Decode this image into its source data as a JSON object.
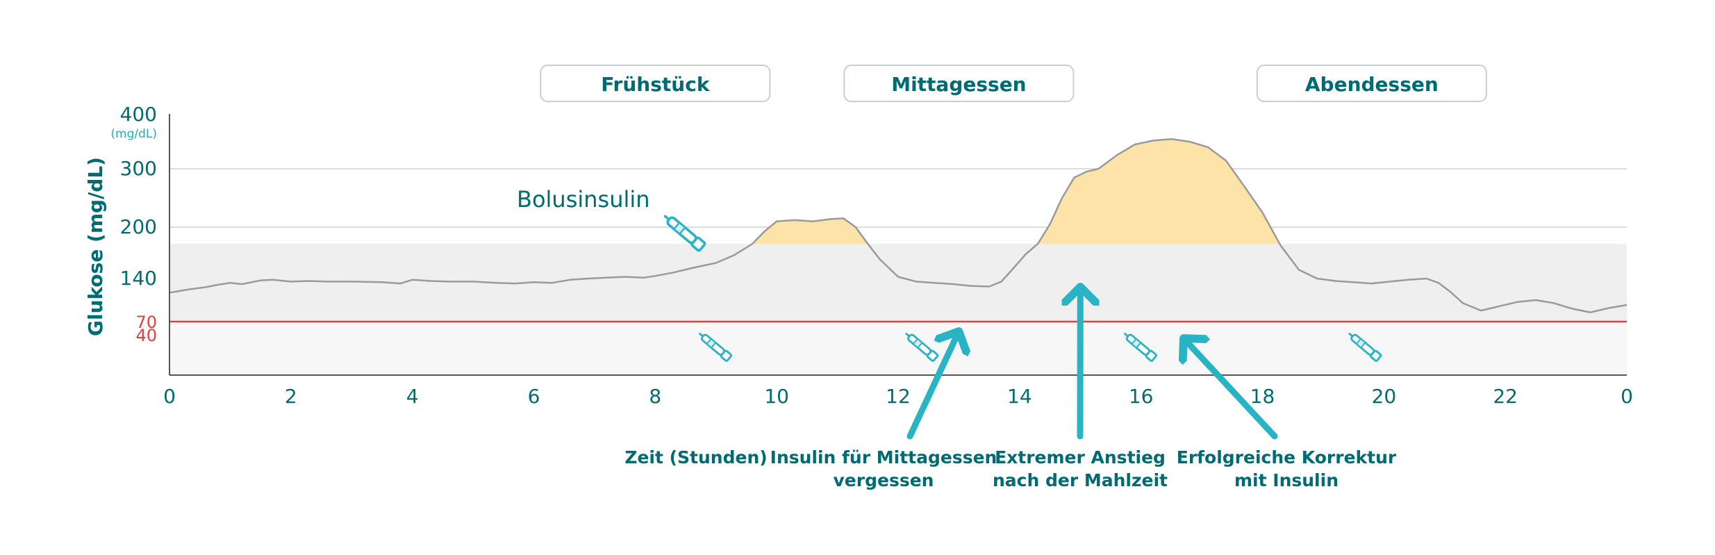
{
  "chart_data": {
    "type": "line",
    "title": "",
    "xlabel": "Zeit (Stunden)",
    "ylabel": "Glukose (mg/dL)",
    "x_ticks": [
      "0",
      "2",
      "4",
      "6",
      "8",
      "10",
      "12",
      "14",
      "16",
      "18",
      "20",
      "22",
      "0"
    ],
    "xlim": [
      0,
      24
    ],
    "y_ticks": [
      {
        "value": 400,
        "label": "400",
        "sublabel": "(mg/dL)",
        "style": "normal",
        "gridline": false
      },
      {
        "value": 300,
        "label": "300",
        "style": "normal",
        "gridline": true
      },
      {
        "value": 200,
        "label": "200",
        "style": "normal",
        "gridline": true
      },
      {
        "value": 140,
        "label": "140",
        "style": "normal",
        "gridline": false
      },
      {
        "value": 70,
        "label": "70",
        "style": "alert",
        "gridline": false
      },
      {
        "value": 40,
        "label": "40",
        "style": "alert",
        "gridline": false
      }
    ],
    "target_range": [
      70,
      180
    ],
    "low_range": [
      0,
      70
    ],
    "hypo_line": 70,
    "high_threshold": 180,
    "series": [
      {
        "x": [
          0,
          0.3,
          0.6,
          0.8,
          1.0,
          1.2,
          1.5,
          1.7,
          2.0,
          2.3,
          2.6,
          3.0,
          3.5,
          3.8,
          4.0,
          4.3,
          4.6,
          5.0,
          5.4,
          5.7,
          6.0,
          6.3,
          6.6,
          6.9,
          7.2,
          7.5,
          7.8,
          8.0,
          8.3,
          8.6,
          9.0,
          9.3,
          9.6,
          9.8,
          10.0,
          10.3,
          10.6,
          10.9,
          11.1,
          11.3,
          11.5,
          11.7,
          12.0,
          12.3,
          12.6,
          12.9,
          13.2,
          13.5,
          13.7,
          13.9,
          14.1,
          14.3,
          14.5,
          14.7,
          14.9,
          15.1,
          15.3,
          15.6,
          15.9,
          16.2,
          16.5,
          16.8,
          17.1,
          17.4,
          17.7,
          18.0,
          18.3,
          18.6,
          18.9,
          19.2,
          19.5,
          19.8,
          20.1,
          20.4,
          20.7,
          20.9,
          21.1,
          21.3,
          21.6,
          21.9,
          22.2,
          22.5,
          22.8,
          23.1,
          23.4,
          23.7,
          24.0
        ],
        "values": [
          117,
          122,
          126,
          130,
          133,
          131,
          137,
          138,
          135,
          136,
          135,
          135,
          134,
          132,
          138,
          136,
          135,
          135,
          133,
          132,
          134,
          133,
          138,
          140,
          141,
          142,
          141,
          143,
          147,
          152,
          158,
          167,
          180,
          195,
          210,
          212,
          210,
          214,
          215,
          200,
          180,
          162,
          142,
          135,
          133,
          131,
          128,
          127,
          135,
          152,
          168,
          180,
          205,
          250,
          285,
          295,
          300,
          325,
          345,
          352,
          355,
          350,
          340,
          315,
          270,
          225,
          178,
          150,
          140,
          136,
          134,
          132,
          135,
          138,
          140,
          133,
          118,
          100,
          88,
          95,
          102,
          105,
          100,
          91,
          85,
          92,
          97
        ]
      }
    ],
    "annotations": {
      "meals": [
        {
          "label": "Frühstück",
          "x": 8
        },
        {
          "label": "Mittagessen",
          "x": 13
        },
        {
          "label": "Abendessen",
          "x": 19.8
        }
      ],
      "bolus_label": "Bolusinsulin",
      "insulin_pens": [
        8.5,
        9.0,
        12.4,
        16.0,
        19.7
      ],
      "notes": [
        {
          "lines": [
            "Insulin für Mittagessen",
            "vergessen"
          ],
          "arrow_to_x": 13.0
        },
        {
          "lines": [
            "Extremer Anstieg",
            "nach der Mahlzeit"
          ],
          "arrow_to_x": 15.0
        },
        {
          "lines": [
            "Erfolgreiche Korrektur",
            "mit Insulin"
          ],
          "arrow_to_x": 16.7
        }
      ]
    },
    "colors": {
      "curve": "#9a9a9a",
      "high_fill": "#fde3a7",
      "target_band": "#efefef",
      "low_band": "#f7f7f7",
      "hypo_line": "#e0413e",
      "text": "#006b72",
      "accent": "#29b4c6",
      "grid": "#d0d0d0"
    }
  }
}
